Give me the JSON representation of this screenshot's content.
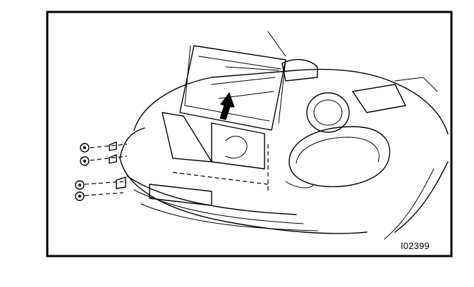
{
  "figure": {
    "code": "I02399",
    "frame_color": "#000000",
    "background_color": "#ffffff"
  },
  "illustration": {
    "subject-icon": "car-front-radiator-removal-drawing",
    "arrow-icon": "up-arrow"
  }
}
